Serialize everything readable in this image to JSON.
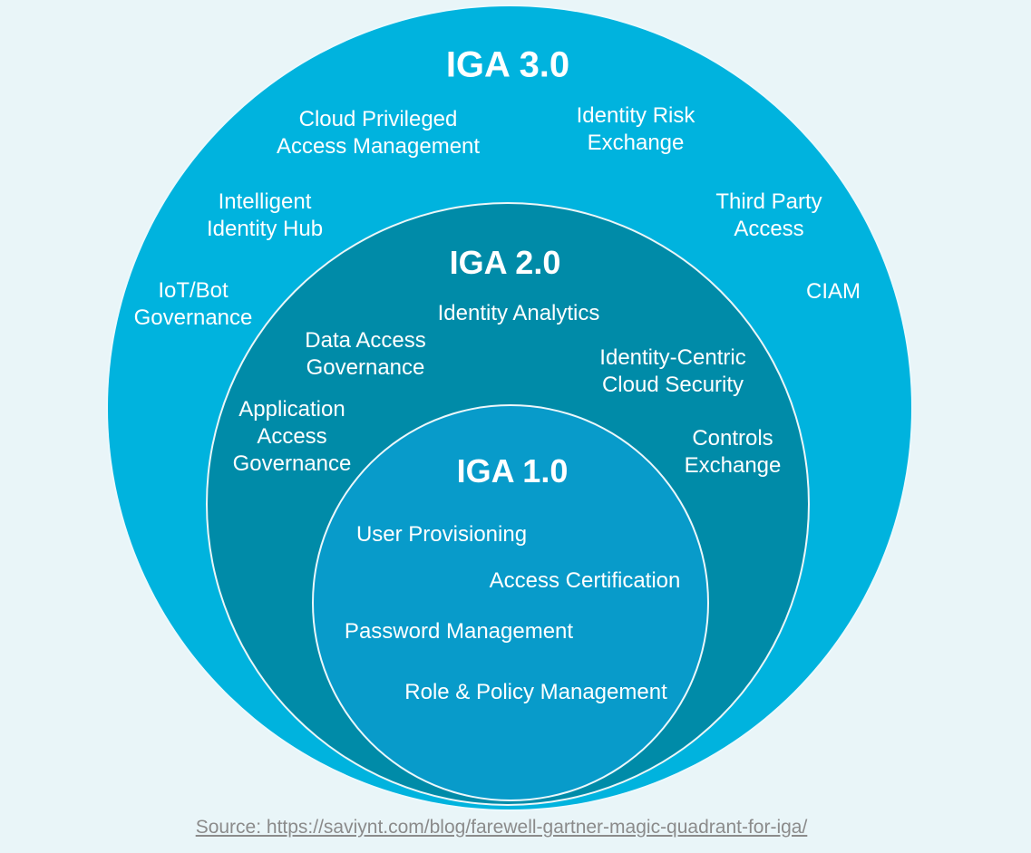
{
  "diagram": {
    "background_color": "#e9f5f8",
    "iga3": {
      "title": "IGA 3.0",
      "color": "#00b3de",
      "labels": {
        "cloud_pam": "Cloud Privileged\nAccess Management",
        "identity_risk_exchange": "Identity Risk\nExchange",
        "intelligent_identity_hub": "Intelligent\nIdentity Hub",
        "third_party_access": "Third Party\nAccess",
        "iot_bot_governance": "IoT/Bot\nGovernance",
        "ciam": "CIAM"
      }
    },
    "iga2": {
      "title": "IGA 2.0",
      "color": "#008ba8",
      "labels": {
        "identity_analytics": "Identity Analytics",
        "data_access_governance": "Data Access\nGovernance",
        "identity_centric_cloud_security": "Identity-Centric\nCloud Security",
        "application_access_governance": "Application\nAccess\nGovernance",
        "controls_exchange": "Controls\nExchange"
      }
    },
    "iga1": {
      "title": "IGA 1.0",
      "color": "#089bca",
      "labels": {
        "user_provisioning": "User Provisioning",
        "access_certification": "Access Certification",
        "password_management": "Password Management",
        "role_policy_management": "Role & Policy Management"
      }
    },
    "text_color": "#ffffff",
    "source": {
      "text": "Source: https://saviynt.com/blog/farewell-gartner-magic-quadrant-for-iga/",
      "color": "#8b8b8b"
    }
  }
}
